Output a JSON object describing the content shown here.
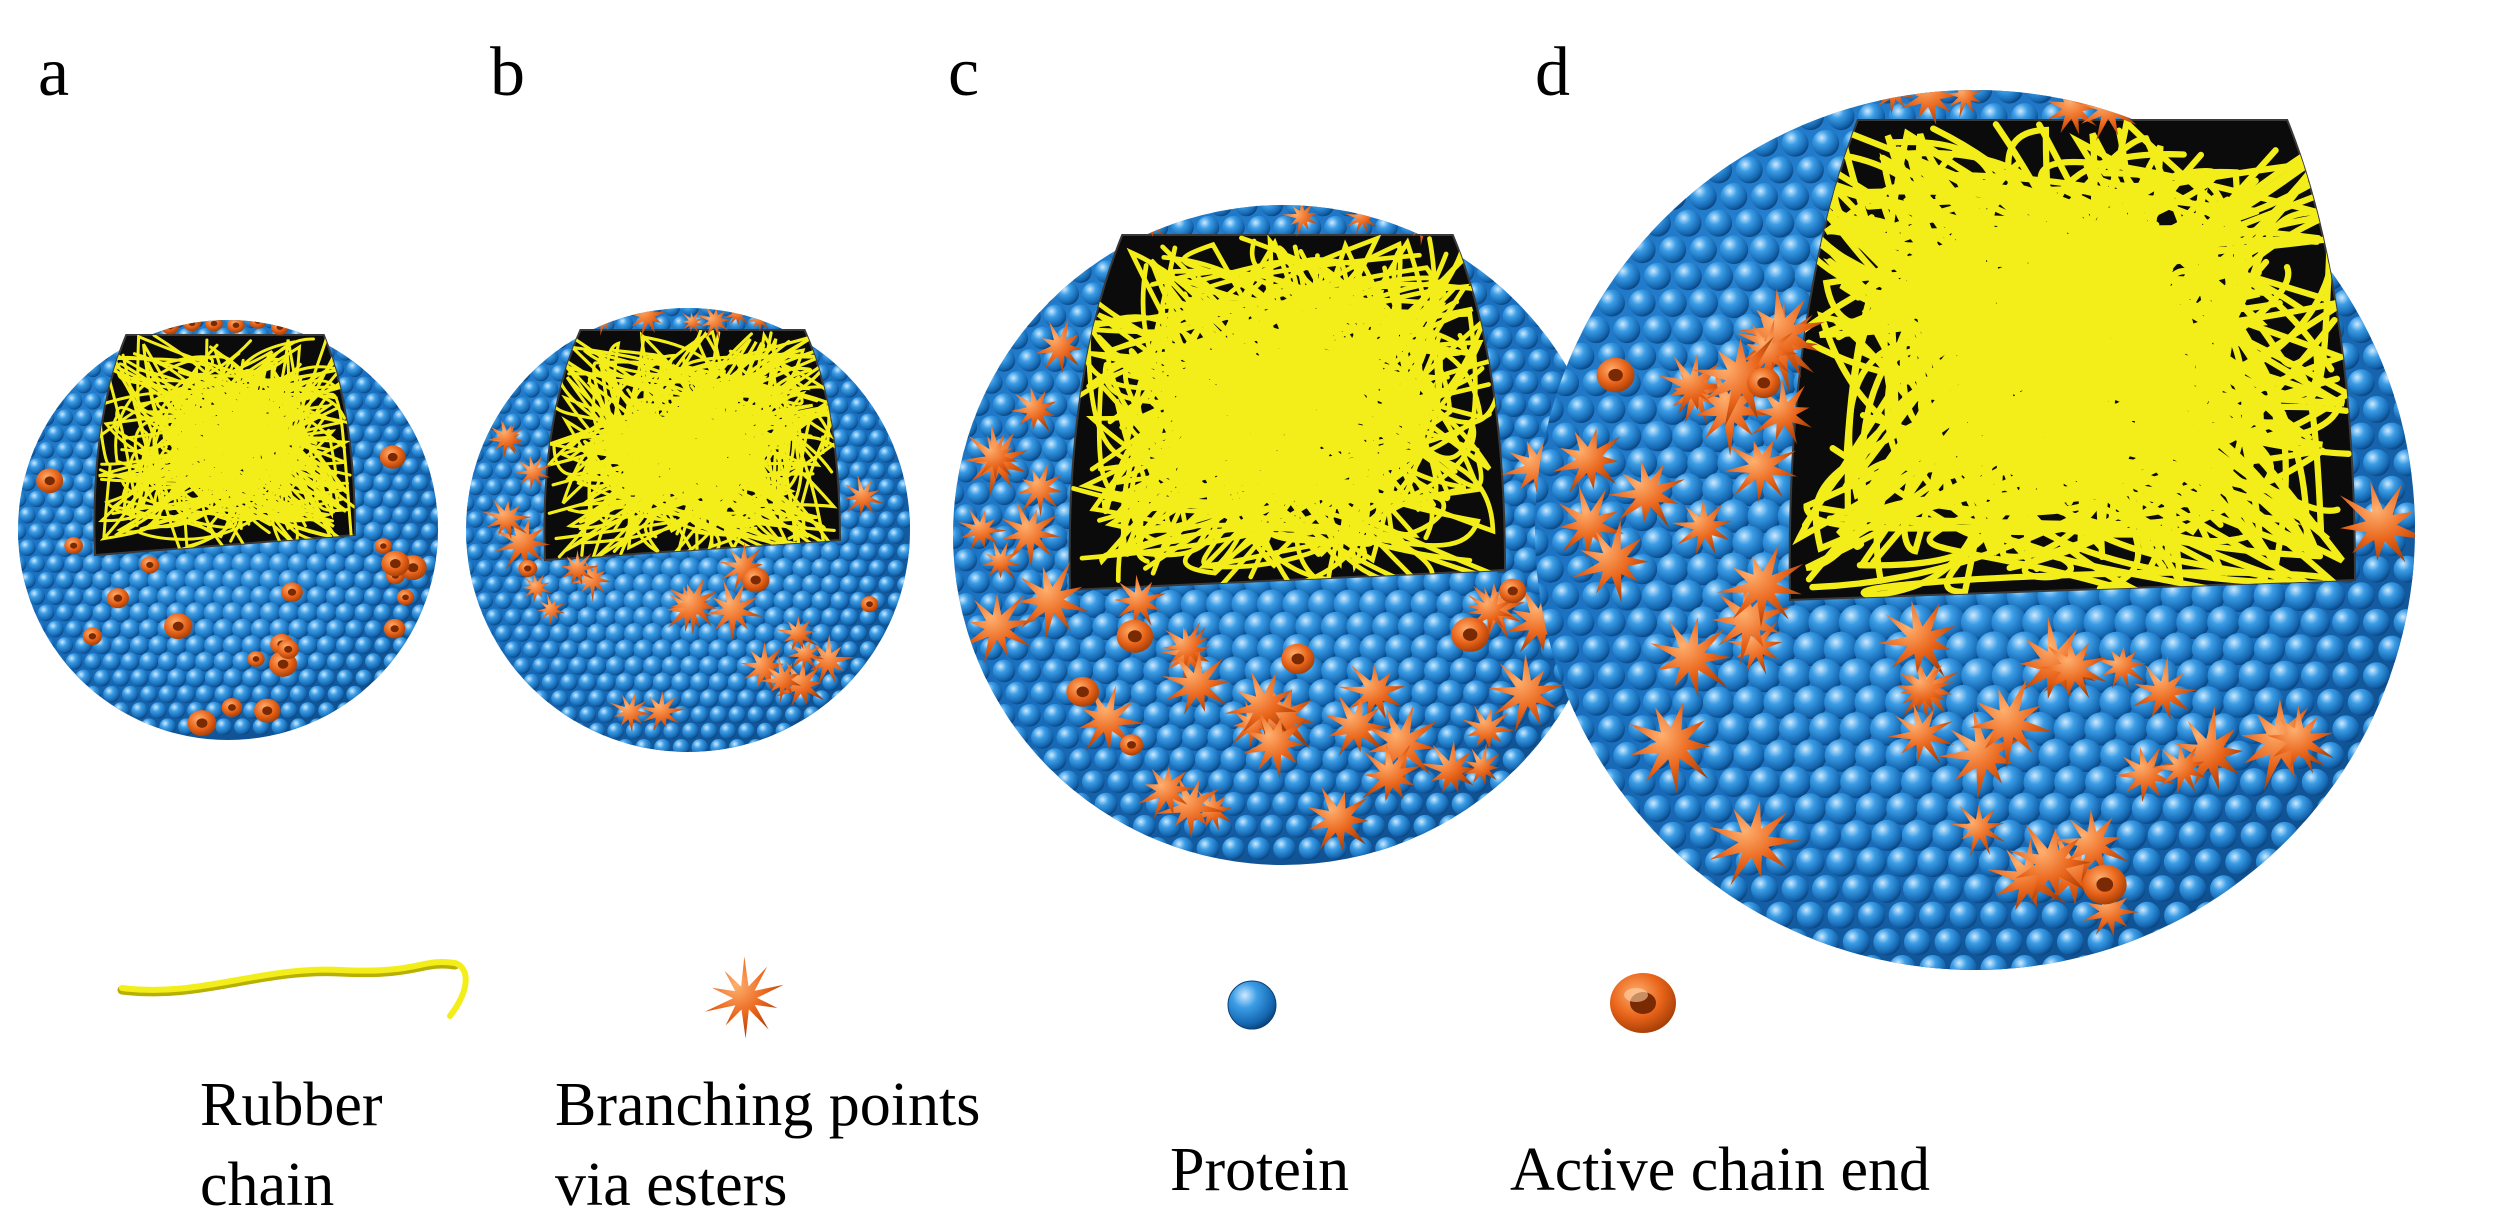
{
  "panels": [
    {
      "letter": "a"
    },
    {
      "letter": "b"
    },
    {
      "letter": "c"
    },
    {
      "letter": "d"
    }
  ],
  "legend": {
    "rubber_chain": {
      "line1": "Rubber",
      "line2": "chain"
    },
    "branching_points": {
      "line1": "Branching points",
      "line2": "via esters"
    },
    "protein": {
      "line1": "Protein"
    },
    "active_chain_end": {
      "line1": "Active chain end"
    }
  },
  "colors": {
    "protein_blue": "#1f7fd0",
    "protein_highlight": "#9ed4ff",
    "branch_orange": "#e9641a",
    "chain_yellow": "#f3ee1a",
    "core_black": "#0b0b0b"
  },
  "icons": {
    "rubber_chain": "rubber-chain-icon",
    "branching_point": "branching-point-icon",
    "protein": "protein-sphere-icon",
    "active_chain_end": "active-chain-end-icon"
  }
}
